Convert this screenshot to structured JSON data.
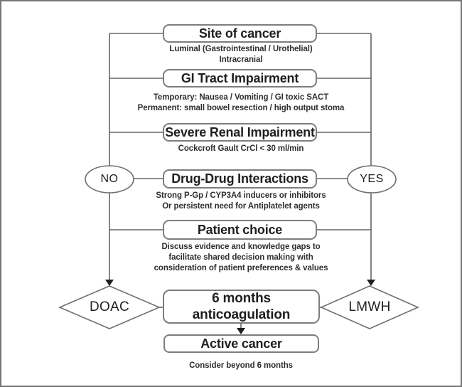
{
  "colors": {
    "frame_border": "#757575",
    "box_border": "#7d7d7d",
    "connector_line": "#666666",
    "title_text": "#1f1f1f",
    "note_text": "#2e2e2e",
    "background": "#ffffff"
  },
  "flowchart": {
    "decisions": {
      "no": "NO",
      "yes": "YES"
    },
    "outcomes": {
      "doac": "DOAC",
      "lmwh": "LMWH"
    },
    "steps": [
      {
        "title": "Site of cancer",
        "notes": [
          "Luminal (Gastrointestinal / Urothelial)",
          "Intracranial"
        ]
      },
      {
        "title": "GI Tract Impairment",
        "notes": [
          "Temporary: Nausea / Vomiting / GI toxic SACT",
          "Permanent: small bowel resection / high output stoma"
        ]
      },
      {
        "title": "Severe Renal Impairment",
        "notes": [
          "Cockcroft Gault CrCl < 30 ml/min"
        ]
      },
      {
        "title": "Drug-Drug Interactions",
        "notes": [
          "Strong P-Gp / CYP3A4 inducers or inhibitors",
          "Or persistent need for Antiplatelet agents"
        ]
      },
      {
        "title": "Patient choice",
        "notes": [
          "Discuss evidence and knowledge gaps to",
          "facilitate shared decision making with",
          "consideration of patient preferences & values"
        ]
      }
    ],
    "duration_box": {
      "line1": "6 months",
      "line2": "anticoagulation"
    },
    "active_cancer_box": {
      "title": "Active cancer",
      "note": "Consider beyond 6 months"
    }
  }
}
